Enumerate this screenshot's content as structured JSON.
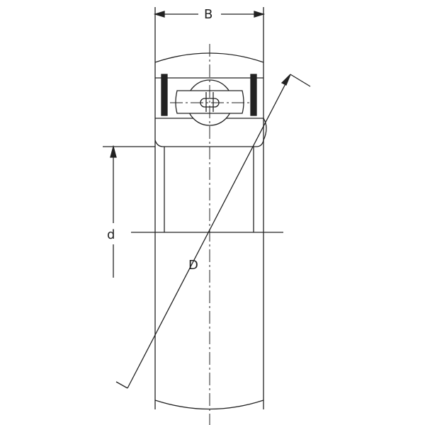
{
  "labels": {
    "width": "B",
    "bore_diameter": "d",
    "outer_diameter": "D"
  },
  "colors": {
    "line": "#222222",
    "background": "#ffffff"
  }
}
